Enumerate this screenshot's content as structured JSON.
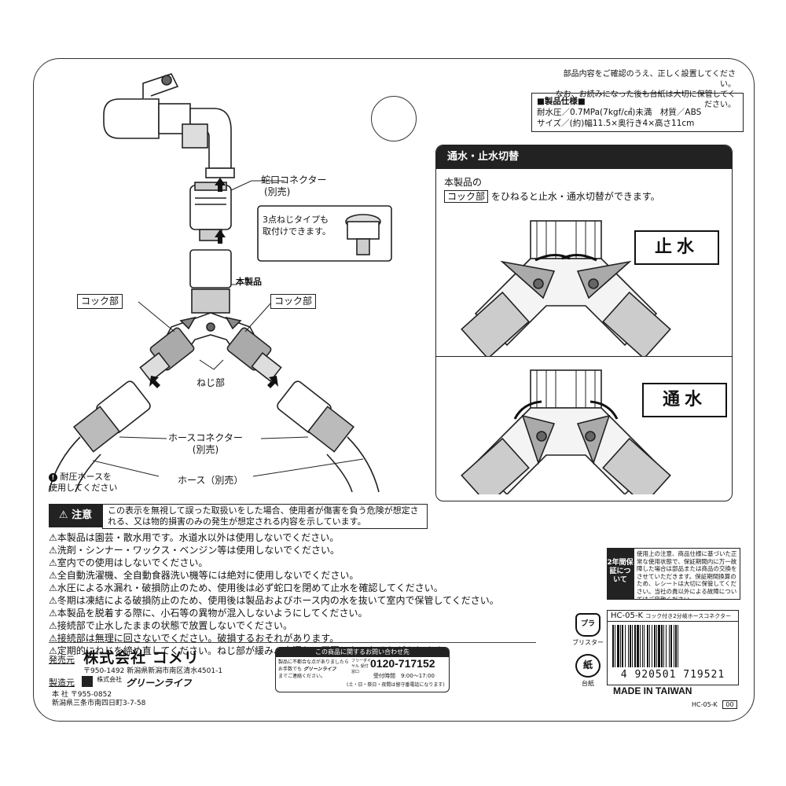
{
  "header_note": {
    "line1": "部品内容をご確認のうえ、正しく設置してください。",
    "line2": "なお、お読みになった後も台紙は大切に保管してください。"
  },
  "spec": {
    "heading": "■製品仕様■",
    "line1": "耐水圧／0.7MPa(7kgf/㎠)未満　材質／ABS",
    "line2": "サイズ／(約)幅11.5×奥行き4×高さ11cm"
  },
  "diagram": {
    "faucet_connector": "蛇口コネクター",
    "faucet_connector_note": "(別売)",
    "three_point": "3点ねじタイプも",
    "three_point2": "取付けできます。",
    "product": "本製品",
    "cock_left": "コック部",
    "cock_right": "コック部",
    "thread": "ねじ部",
    "hose_connector": "ホースコネクター",
    "hose_connector_note": "(別売)",
    "hose": "ホース（別売）",
    "pressure_hose1": "耐圧ホースを",
    "pressure_hose2": "使用してください"
  },
  "switch_panel": {
    "title": "通水・止水切替",
    "desc1": "本製品の",
    "desc_box": "コック部",
    "desc2": "をひねると止水・通水切替ができます。",
    "stop": "止水",
    "flow": "通水"
  },
  "caution": {
    "label": "注意",
    "text": "この表示を無視して誤った取扱いをした場合、使用者が傷害を負う危険が想定される、又は物的損害のみの発生が想定される内容を示しています。"
  },
  "warnings": [
    "本製品は園芸・散水用です。水道水以外は使用しないでください。",
    "洗剤・シンナー・ワックス・ベンジン等は使用しないでください。",
    "室内での使用はしないでください。",
    "全自動洗濯機、全自動食器洗い機等には絶対に使用しないでください。",
    "水圧による水漏れ・破損防止のため、使用後は必ず蛇口を閉めて止水を確認してください。",
    "冬期は凍結による破損防止のため、使用後は製品およびホース内の水を抜いて室内で保管してください。",
    "本製品を脱着する際に、小石等の異物が混入しないようにしてください。",
    "接続部で止水したままの状態で放置しないでください。",
    "接続部は無理に回さないでください。破損するおそれがあります。",
    "定期的にねじを締め直してください。ねじ部が緩み、水漏れの原因になるおそれがあります。"
  ],
  "seller": {
    "key": "発売元",
    "company": "株式会社 コメリ",
    "address": "〒950-1492 新潟県新潟市南区清水4501-1"
  },
  "maker": {
    "key": "製造元",
    "brand_small": "株式会社",
    "brand": "グリーンライフ",
    "hq": "本 社 〒955-0852",
    "address": "新潟県三条市南四日町3-7-58"
  },
  "contact": {
    "heading": "この商品に関するお問い合わせ先",
    "left1": "製品に不都合な点がありましたら",
    "left2": "お手数でも",
    "left3": "までご連絡ください。",
    "brand": "グリーンライフ",
    "free_label": "フリーダイヤル 受付窓口",
    "phone": "0120-717152",
    "hours": "受付時間　9:00～17:00",
    "holidays": "(土・日・祭日・夜間は留守番電話になります)"
  },
  "warranty": {
    "label": "2年間保証について",
    "text": "使用上の注意、商品仕様に基づいた正常な使用状態で、保証期間内に万一故障した場合は部品または商品の交換をさせていただきます。保証期間換算のため、レシートは大切に保管してください。当社の責以外による故障についてはご容赦ください。"
  },
  "recycle": {
    "pla": "プラ",
    "blister": "ブリスター",
    "paper": "紙",
    "board": "台紙"
  },
  "product_code": {
    "code": "HC-05-K",
    "name": "コック付き2分岐ホースコネクター"
  },
  "barcode": {
    "digits": "4 920501 719521"
  },
  "made_in": "MADE IN TAIWAN",
  "footer": {
    "code": "HC-05-K",
    "lot": "00"
  }
}
